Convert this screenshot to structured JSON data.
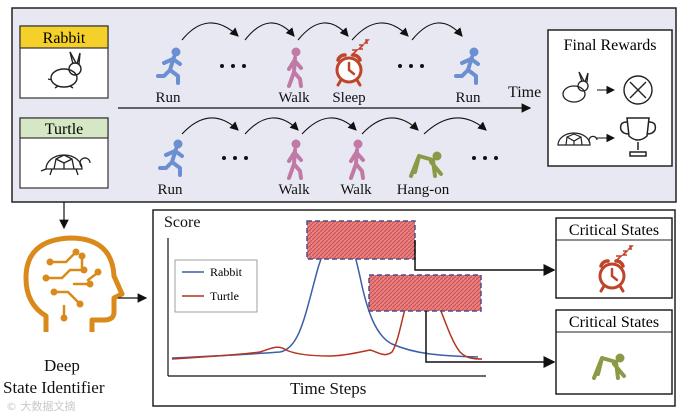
{
  "story": {
    "rabbit": {
      "name": "Rabbit",
      "actions": [
        "Run",
        "Walk",
        "Sleep",
        "Run"
      ]
    },
    "turtle": {
      "name": "Turtle",
      "actions": [
        "Run",
        "Walk",
        "Walk",
        "Hang-on"
      ]
    },
    "time_label": "Time",
    "final_rewards": {
      "title": "Final Rewards"
    }
  },
  "identifier": {
    "line1": "Deep",
    "line2": "State Identifier"
  },
  "score_panel": {
    "ylabel": "Score",
    "xlabel": "Time Steps",
    "legend": [
      "Rabbit",
      "Turtle"
    ],
    "critical_label_1": "Critical States",
    "critical_label_2": "Critical States"
  },
  "colors": {
    "rabbit_line": "#3b5fa8",
    "turtle_line": "#b5341f",
    "top_panel_bg": "#e8e8f3",
    "rabbit_tag": "#f5cf2a",
    "turtle_tag": "#d5e7c4",
    "run_icon": "#6b8fd1",
    "walk_icon": "#c07aa5",
    "hang_icon": "#8a9a46",
    "alarm": "#c0442a",
    "highlight": "#e07a7a"
  },
  "watermark": "© 大数据文摘"
}
